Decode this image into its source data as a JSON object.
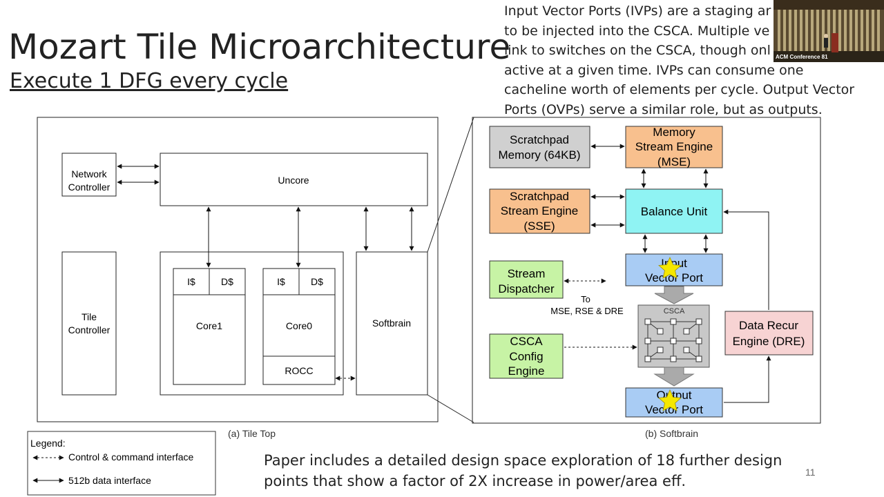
{
  "slide": {
    "title": "Mozart Tile Microarchitecture",
    "subtitle": "Execute 1 DFG every cycle",
    "notes_lines": [
      "Input Vector Ports (IVPs) are a staging ar",
      "to be injected into the CSCA. Multiple ve",
      "link to switches on the CSCA, though onl",
      "active at a given time. IVPs can consume one",
      "cacheline worth of elements per cycle. Output Vector",
      "Ports (OVPs) serve a similar role, but as outputs."
    ],
    "footer_lines": [
      "Paper includes a detailed design space exploration of 18 further design",
      "points that show a factor of 2X increase in power/area eff."
    ],
    "page_number": "11"
  },
  "video": {
    "label": "ACM Conference 81"
  },
  "tile_top": {
    "caption": "(a) Tile Top",
    "network_controller": [
      "Network",
      "Controller"
    ],
    "uncore": "Uncore",
    "tile_controller": [
      "Tile",
      "Controller"
    ],
    "core1": {
      "icache": "I$",
      "dcache": "D$",
      "label": "Core1"
    },
    "core0": {
      "icache": "I$",
      "dcache": "D$",
      "label": "Core0",
      "rocc": "ROCC"
    },
    "softbrain": "Softbrain"
  },
  "legend": {
    "title": "Legend:",
    "control": "Control & command interface",
    "data": "512b data interface"
  },
  "softbrain": {
    "caption": "(b) Softbrain",
    "scratchpad_memory": [
      "Scratchpad",
      "Memory (64KB)"
    ],
    "memory_stream_engine": [
      "Memory",
      "Stream Engine",
      "(MSE)"
    ],
    "scratchpad_stream_engine": [
      "Scratchpad",
      "Stream Engine",
      "(SSE)"
    ],
    "balance_unit": "Balance Unit",
    "stream_dispatcher": [
      "Stream",
      "Dispatcher"
    ],
    "input_vector_port": [
      "Input",
      "Vector Port"
    ],
    "to_label": [
      "To",
      "MSE, RSE & DRE"
    ],
    "csca": "CSCA",
    "csca_config_engine": [
      "CSCA",
      "Config",
      "Engine"
    ],
    "data_recur_engine": [
      "Data Recur",
      "Engine (DRE)"
    ],
    "output_vector_port": [
      "Output",
      "Vector Port"
    ]
  },
  "colors": {
    "gray_box": "#d0d0d0",
    "orange_box": "#f8c08e",
    "cyan_box": "#8ff3f3",
    "blue_box": "#a9ccf4",
    "green_box": "#c7f3a5",
    "pink_box": "#f7d3d3",
    "star": "#f5e800"
  }
}
